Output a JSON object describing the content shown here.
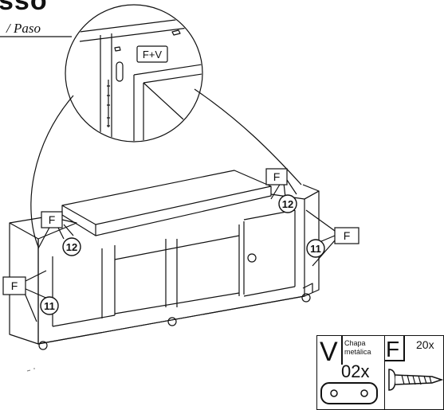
{
  "header": {
    "title": "sso",
    "subtitle": "/ Paso"
  },
  "callouts": {
    "detail_fv": "F+V",
    "f": "F",
    "n11": "11",
    "n12": "12"
  },
  "hardware": {
    "v_code": "V",
    "v_name_line1": "Chapa",
    "v_name_line2": "metálica",
    "v_qty": "02x",
    "f_code": "F",
    "f_qty": "20x"
  }
}
